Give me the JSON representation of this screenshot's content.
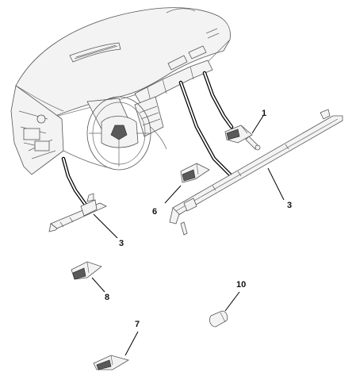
{
  "labels": {
    "bulb_small": "1",
    "strip_long": "3",
    "strip_short": "3",
    "lamp_6": "6",
    "lamp_7": "7",
    "lamp_8": "8",
    "bulb_10": "10"
  }
}
